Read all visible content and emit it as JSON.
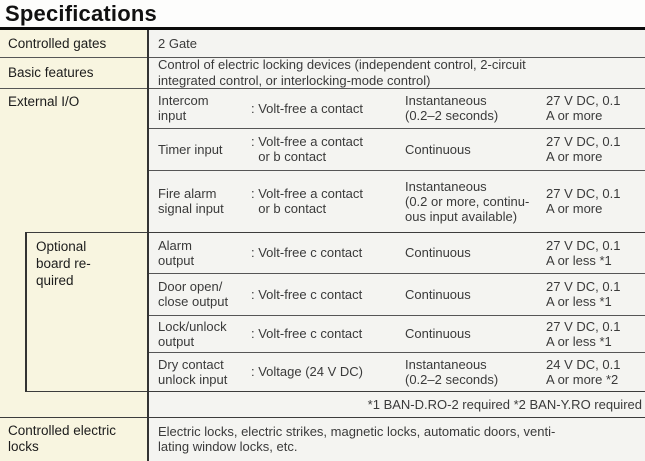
{
  "title": "Specifications",
  "colors": {
    "label_column_bg": "#f8f5e0",
    "content_bg": "#f4f4f1",
    "rule": "#0b0b0b",
    "grid_line": "#565656"
  },
  "table": {
    "controlled_gates": {
      "label": "Controlled gates",
      "value": "2 Gate"
    },
    "basic_features": {
      "label": "Basic features",
      "value": "Control of electric locking devices (independent control, 2-circuit\nintegrated control, or interlocking-mode control)"
    },
    "external_io": {
      "label": "External I/O",
      "rows": [
        {
          "name": "Intercom\ninput",
          "contact": ": Volt-free a contact",
          "timing": "Instantaneous\n(0.2–2 seconds)",
          "rating": "27 V DC, 0.1\nA or more"
        },
        {
          "name": "Timer input",
          "contact": ": Volt-free a contact\n  or b contact",
          "timing": "Continuous",
          "rating": "27 V DC, 0.1\nA or more"
        },
        {
          "name": "Fire alarm\nsignal input",
          "contact": ": Volt-free a contact\n  or b contact",
          "timing": "Instantaneous\n(0.2 or more, continu-\nous input available)",
          "rating": "27 V DC, 0.1\nA or more"
        }
      ],
      "optional_board": {
        "label": "Optional\nboard re-\nquired",
        "rows": [
          {
            "name": "Alarm\noutput",
            "contact": ": Volt-free c contact",
            "timing": "Continuous",
            "rating": "27 V DC, 0.1\nA or less *1"
          },
          {
            "name": "Door open/\nclose output",
            "contact": ": Volt-free c contact",
            "timing": "Continuous",
            "rating": "27 V DC, 0.1\nA or less *1"
          },
          {
            "name": "Lock/unlock\noutput",
            "contact": ": Volt-free c contact",
            "timing": "Continuous",
            "rating": "27 V DC, 0.1\nA or less *1"
          },
          {
            "name": "Dry contact\nunlock input",
            "contact": ": Voltage (24 V DC)",
            "timing": "Instantaneous\n(0.2–2 seconds)",
            "rating": "24 V DC, 0.1\nA or more *2"
          }
        ]
      },
      "footnote": "*1 BAN-D.RO-2 required *2 BAN-Y.RO required"
    },
    "controlled_electric_locks": {
      "label": "Controlled electric\nlocks",
      "value": "Electric locks, electric strikes, magnetic locks, automatic doors, venti-\nlating window locks, etc."
    }
  }
}
